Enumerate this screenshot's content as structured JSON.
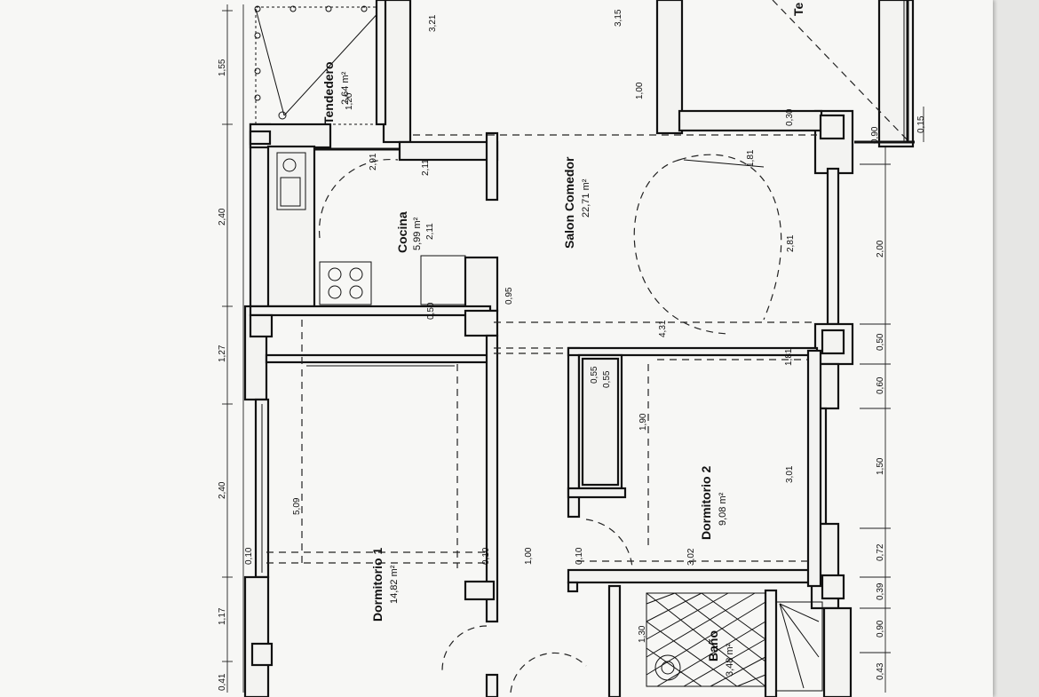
{
  "rooms": {
    "tendedero": {
      "name": "Tendedero",
      "area": "2,64 m²"
    },
    "cocina": {
      "name": "Cocina",
      "area": "5,99 m²"
    },
    "salon": {
      "name": "Salon Comedor",
      "area": "22,71 m²"
    },
    "dormitorio1": {
      "name": "Dormitorio 1",
      "area": "14,82 m²"
    },
    "dormitorio2": {
      "name": "Dormitorio 2",
      "area": "9,08 m²"
    },
    "bano": {
      "name": "Baño",
      "area": "3,48 m²"
    },
    "terraza": {
      "name": "Te"
    }
  },
  "dimensions": {
    "left": [
      "1,55",
      "2,40",
      "1,27",
      "2,40",
      "1,17",
      "0,41"
    ],
    "right": [
      "2,00",
      "0,50",
      "0,60",
      "1,50",
      "0,72",
      "0,39",
      "0,90",
      "0,43"
    ],
    "interior": [
      "3,21",
      "3,15",
      "1,00",
      "0,30",
      "2,11",
      "2,81",
      "0,95",
      "0,50",
      "5,09",
      "1,90",
      "3,01",
      "1,30",
      "0,55",
      "1,00",
      "0,10",
      "3,02",
      "4,31",
      "1,81",
      "1,81",
      "0,15",
      "1,20",
      "0,90",
      "2,91",
      "2,11",
      "0,10",
      "0,55",
      "0,10"
    ]
  }
}
